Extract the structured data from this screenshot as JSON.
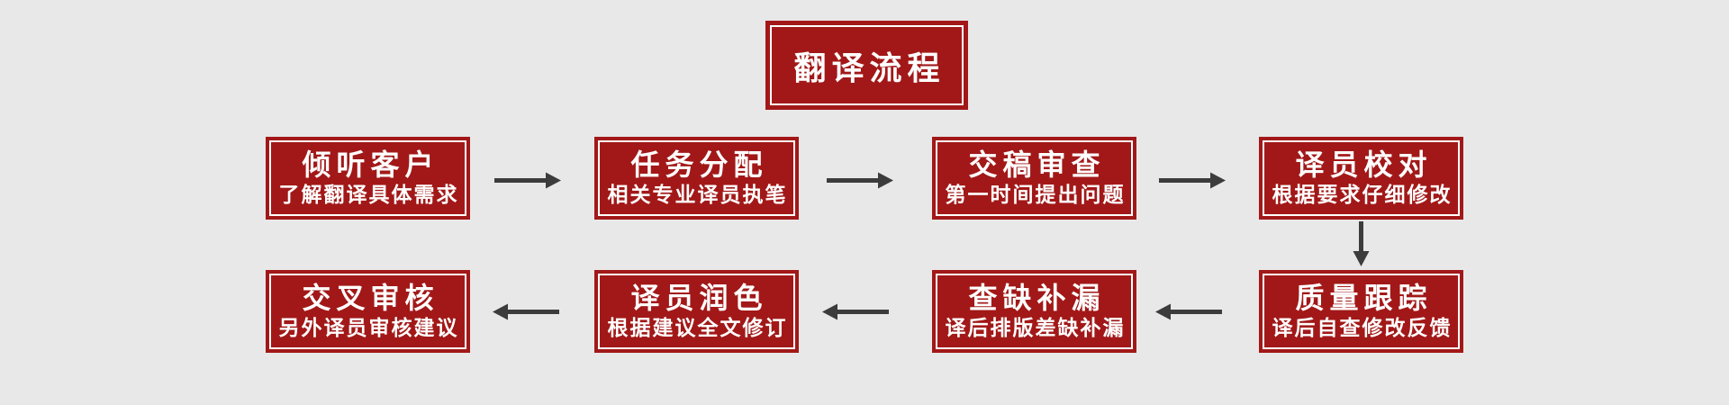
{
  "title": {
    "label": "翻译流程"
  },
  "colors": {
    "background": "#e9e8e8",
    "box_red": "#a21818",
    "border_white": "#ffffff",
    "text_white": "#ffffff",
    "arrow_gray": "#3c3c3c"
  },
  "nodes": [
    {
      "title": "倾听客户",
      "subtitle": "了解翻译具体需求"
    },
    {
      "title": "任务分配",
      "subtitle": "相关专业译员执笔"
    },
    {
      "title": "交稿审查",
      "subtitle": "第一时间提出问题"
    },
    {
      "title": "译员校对",
      "subtitle": "根据要求仔细修改"
    },
    {
      "title": "质量跟踪",
      "subtitle": "译后自查修改反馈"
    },
    {
      "title": "查缺补漏",
      "subtitle": "译后排版差缺补漏"
    },
    {
      "title": "译员润色",
      "subtitle": "根据建议全文修订"
    },
    {
      "title": "交叉审核",
      "subtitle": "另外译员审核建议"
    }
  ],
  "arrows": [
    {
      "from": "倾听客户",
      "to": "任务分配",
      "direction": "right"
    },
    {
      "from": "任务分配",
      "to": "交稿审查",
      "direction": "right"
    },
    {
      "from": "交稿审查",
      "to": "译员校对",
      "direction": "right"
    },
    {
      "from": "译员校对",
      "to": "质量跟踪",
      "direction": "down"
    },
    {
      "from": "质量跟踪",
      "to": "查缺补漏",
      "direction": "left"
    },
    {
      "from": "查缺补漏",
      "to": "译员润色",
      "direction": "left"
    },
    {
      "from": "译员润色",
      "to": "交叉审核",
      "direction": "left"
    }
  ]
}
